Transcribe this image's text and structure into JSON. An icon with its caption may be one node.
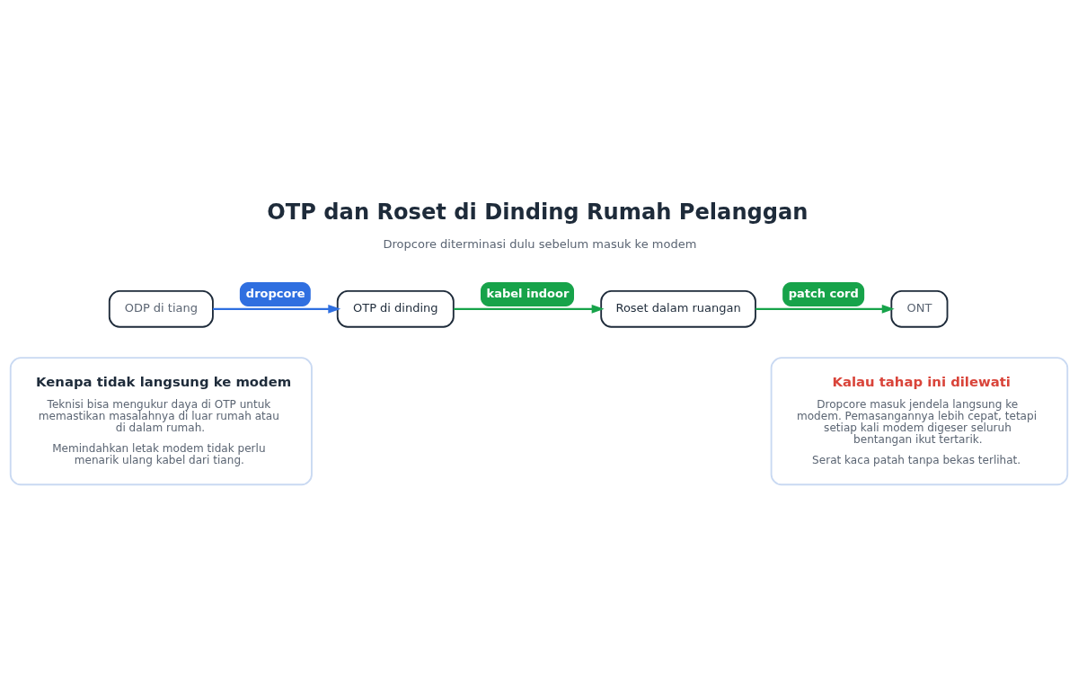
{
  "diagram": {
    "title": "OTP dan Roset di Dinding Rumah Pelanggan",
    "nodes": [
      {
        "text": [
          "ODP di tiang"
        ]
      },
      {
        "text": [
          "OTP di dinding"
        ]
      },
      {
        "text": [
          "Roset dalam ruangan"
        ]
      },
      {
        "text": [
          "ONT"
        ]
      },
      {
        "text": [
          "Kenapa tidak langsung ke modem",
          "Teknisi bisa mengukur daya di OTP untuk memastikan masalahnya di luar rumah atau di dalam rumah.",
          "Memindahkan letak modem tidak perlu menarik ulang kabel dari tiang."
        ]
      },
      {
        "text": [
          "Kalau tahap ini dilewati",
          "Dropcore masuk jendela langsung ke modem. Pemasangannya lebih cepat, tetapi setiap kali modem digeser seluruh bentangan ikut tertarik.",
          "Serat kaca patah tanpa bekas terlihat."
        ]
      }
    ],
    "edges": [
      {
        "from": 0,
        "to": 1,
        "arrow": "to",
        "label": "dropcore",
        "color": "#2f6fe0"
      },
      {
        "from": 1,
        "to": 2,
        "arrow": "to",
        "label": "kabel indoor",
        "color": "#17a34a"
      },
      {
        "from": 2,
        "to": 3,
        "arrow": "to",
        "label": "patch cord",
        "color": "#17a34a"
      }
    ],
    "labels": [
      "Dropcore diterminasi dulu sebelum masuk ke modem"
    ]
  }
}
